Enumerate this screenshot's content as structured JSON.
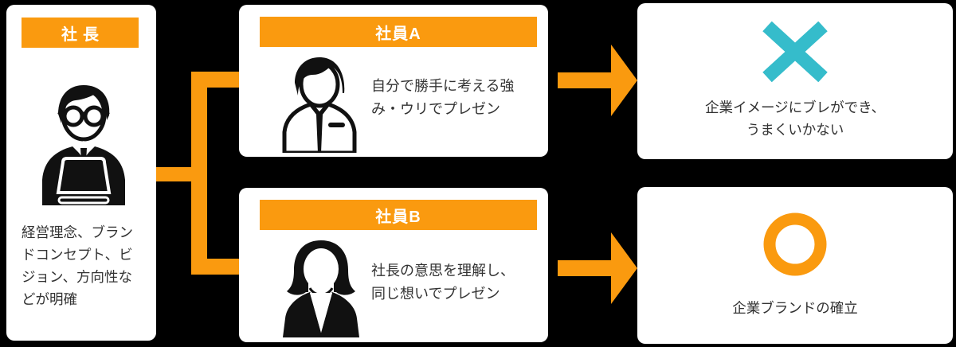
{
  "cards": {
    "president": {
      "label": "社長",
      "lines": [
        "経営理念、ブラン",
        "ドコンセプト、ビ",
        "ジョン、方向性な",
        "どが明確"
      ],
      "full_text": "経営理念、ブランドコンセプト、ビジョン、方向性などが明確"
    },
    "employee_a": {
      "label": "社員A",
      "lines": [
        "自分で勝手に考える強",
        "み・ウリでプレゼン"
      ],
      "full_text": "自分で勝手に考える強み・ウリでプレゼン"
    },
    "employee_b": {
      "label": "社員B",
      "lines": [
        "社長の意思を理解し、",
        "同じ想いでプレゼン"
      ],
      "full_text": "社長の意思を理解し、同じ想いでプレゼン"
    },
    "result_a": {
      "mark": "cross-mark",
      "lines": [
        "企業イメージにブレができ、",
        "うまくいかない"
      ],
      "full_text": "企業イメージにブレができ、うまくいかない"
    },
    "result_b": {
      "mark": "circle-mark",
      "lines": [
        "企業ブランドの確立"
      ],
      "full_text": "企業ブランドの確立"
    }
  },
  "colors": {
    "accent_orange": "#FA9A0F",
    "cross_teal": "#35BCCB",
    "background": "#000000",
    "card_background": "#FFFFFF",
    "body_text": "#333333",
    "header_text": "#FFFFFF",
    "icon_black": "#111111"
  }
}
